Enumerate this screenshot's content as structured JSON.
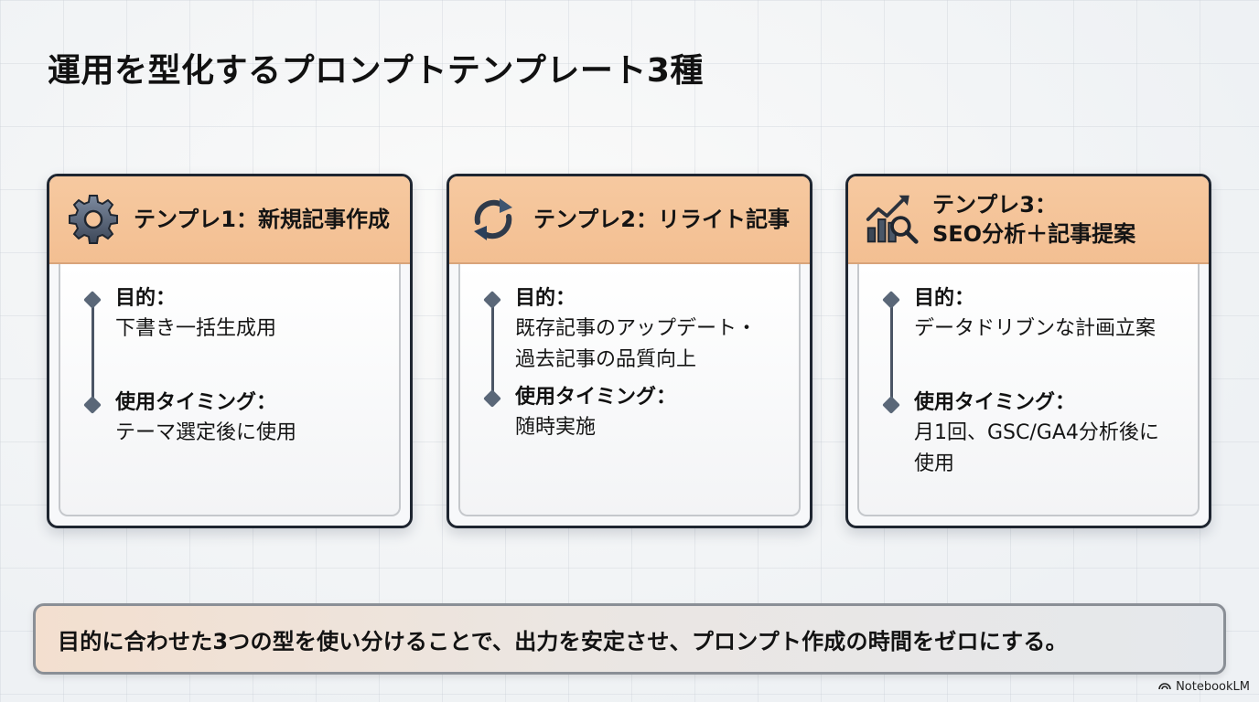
{
  "page": {
    "title": "運用を型化するプロンプトテンプレート3種"
  },
  "colors": {
    "header_bg": "#f4c49a",
    "card_border": "#1e2530",
    "timeline": "#4b5565",
    "icon_gray": "#4f5d70"
  },
  "cards": [
    {
      "icon": "gear-icon",
      "title": "テンプレ1：新規記事作成",
      "purpose_label": "目的：",
      "purpose_value": "下書き一括生成用",
      "timing_label": "使用タイミング：",
      "timing_value": "テーマ選定後に使用"
    },
    {
      "icon": "refresh-icon",
      "title": "テンプレ2：リライト記事",
      "purpose_label": "目的：",
      "purpose_value": "既存記事のアップデート・\n過去記事の品質向上",
      "timing_label": "使用タイミング：",
      "timing_value": "随時実施"
    },
    {
      "icon": "analytics-search-icon",
      "title": "テンプレ3：\nSEO分析＋記事提案",
      "purpose_label": "目的：",
      "purpose_value": "データドリブンな計画立案",
      "timing_label": "使用タイミング：",
      "timing_value": "月1回、GSC/GA4分析後に\n使用"
    }
  ],
  "footer": {
    "message": "目的に合わせた3つの型を使い分けることで、出力を安定させ、プロンプト作成の時間をゼロにする。"
  },
  "brand": {
    "label": "NotebookLM",
    "icon": "notebooklm-logo-icon"
  }
}
